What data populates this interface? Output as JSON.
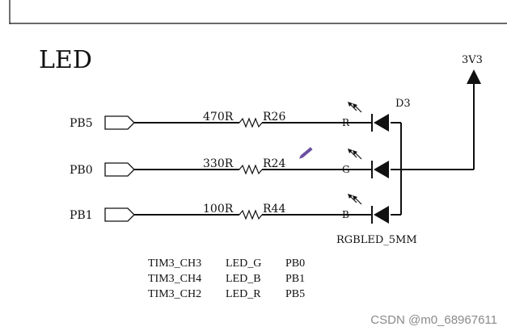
{
  "title": "LED",
  "power_label": "3V3",
  "diode_ref": "D3",
  "part_label": "RGBLED_5MM",
  "channels": [
    {
      "port": "PB5",
      "resistor_value": "470R",
      "resistor_ref": "R26",
      "pin": "R"
    },
    {
      "port": "PB0",
      "resistor_value": "330R",
      "resistor_ref": "R24",
      "pin": "G"
    },
    {
      "port": "PB1",
      "resistor_value": "100R",
      "resistor_ref": "R44",
      "pin": "B"
    }
  ],
  "mapping": [
    [
      "TIM3_CH3",
      "LED_G",
      "PB0"
    ],
    [
      "TIM3_CH4",
      "LED_B",
      "PB1"
    ],
    [
      "TIM3_CH2",
      "LED_R",
      "PB5"
    ]
  ],
  "watermark": "CSDN @m0_68967611",
  "colors": {
    "ink": "#111111",
    "pencil": "#6b4fa0",
    "watermark": "#8a8a8a"
  }
}
